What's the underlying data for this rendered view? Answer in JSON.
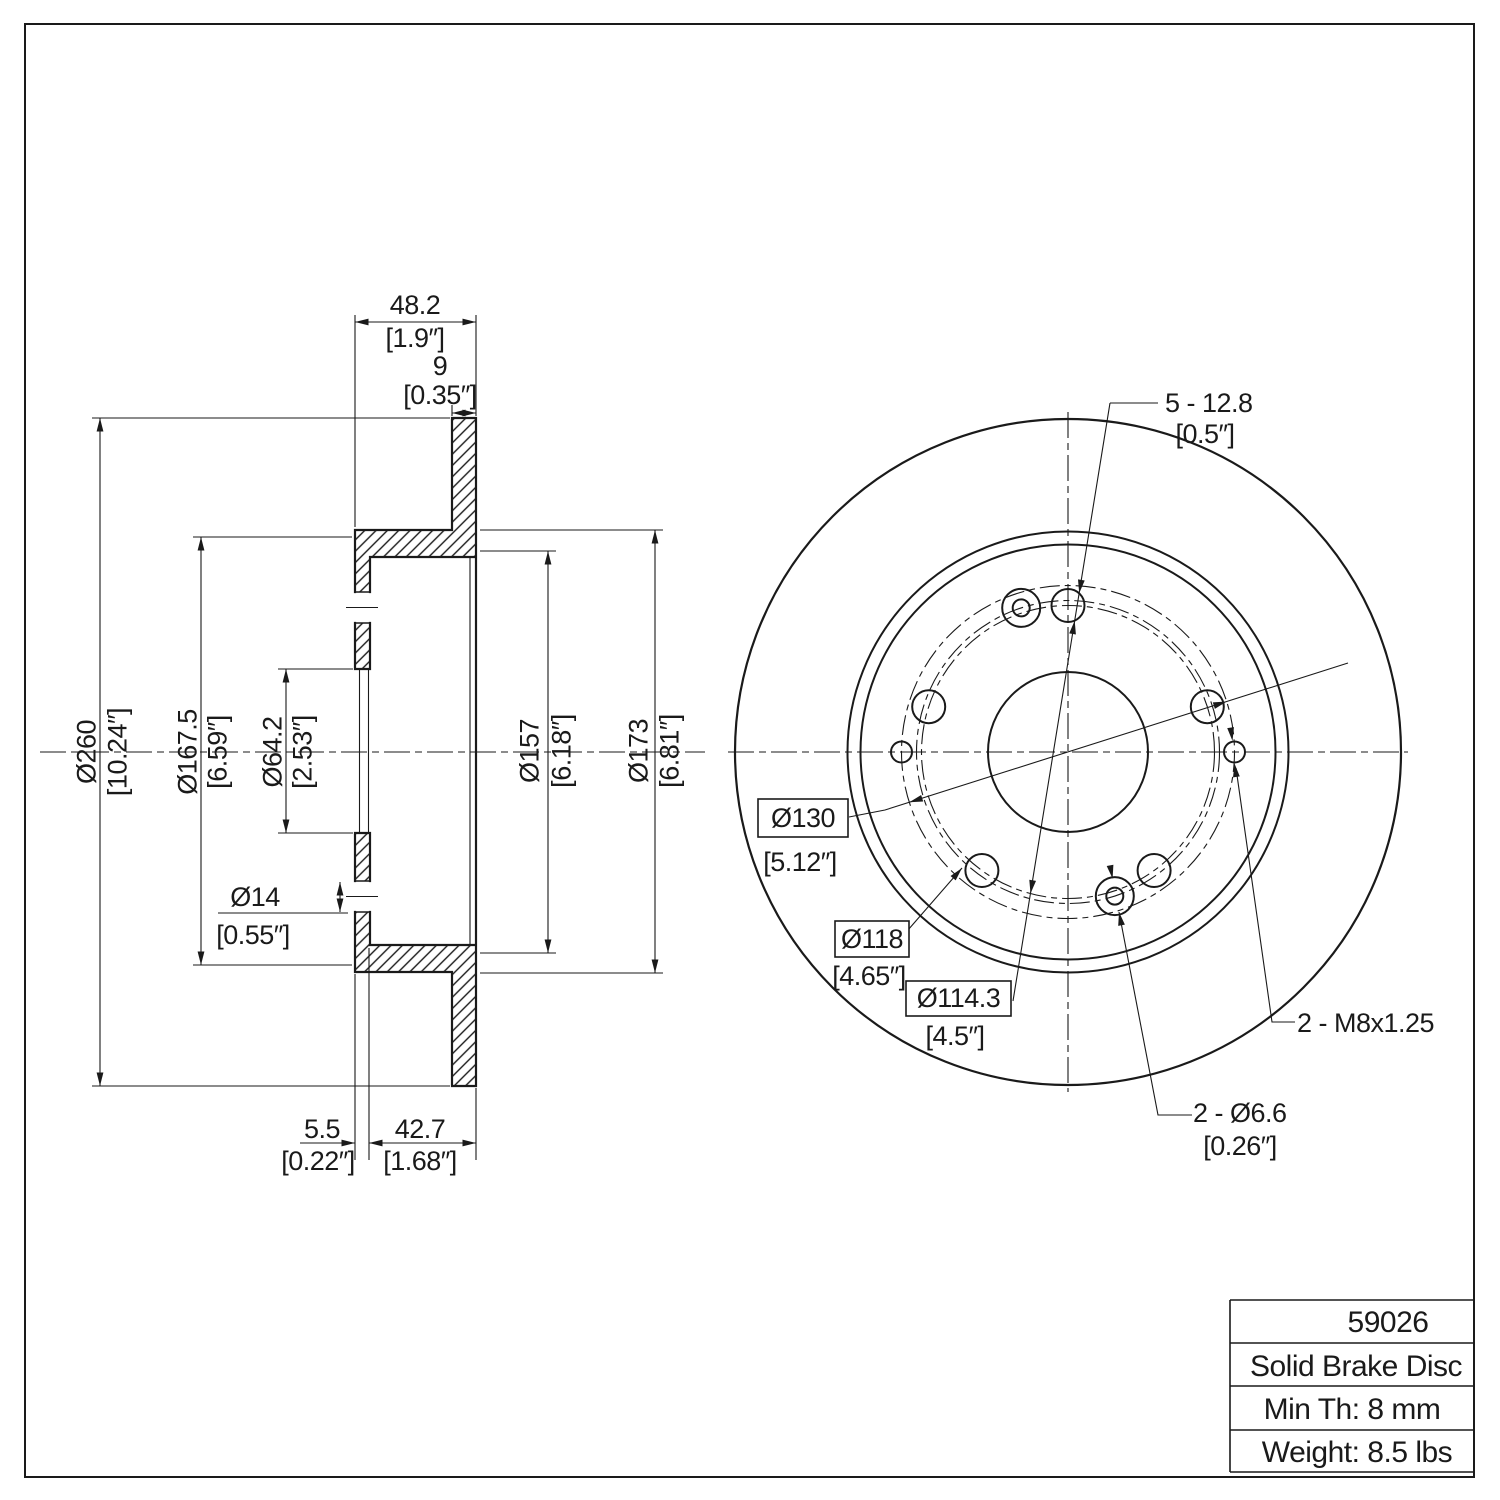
{
  "title_block": {
    "part_number": "59026",
    "product": "Solid Brake Disc",
    "min_thickness": "Min Th: 8 mm",
    "weight": "Weight: 8.5 lbs"
  },
  "section_view": {
    "overall_width": {
      "mm": "48.2",
      "in": "[1.9″]"
    },
    "disc_thickness": {
      "mm": "9",
      "in": "[0.35″]"
    },
    "outer_diameter": {
      "mm": "Ø260",
      "in": "[10.24″]"
    },
    "hat_outer_diameter": {
      "mm": "Ø167.5",
      "in": "[6.59″]"
    },
    "center_bore": {
      "mm": "Ø64.2",
      "in": "[2.53″]"
    },
    "hub_hole": {
      "mm": "Ø14",
      "in": "[0.55″]"
    },
    "inner_diameter": {
      "mm": "Ø157",
      "in": "[6.18″]"
    },
    "flange_diameter": {
      "mm": "Ø173",
      "in": "[6.81″]"
    },
    "mount_face_thickness": {
      "mm": "5.5",
      "in": "[0.22″]"
    },
    "hat_depth": {
      "mm": "42.7",
      "in": "[1.68″]"
    }
  },
  "front_view": {
    "lug_holes": {
      "mm": "5 - 12.8",
      "in": "[0.5″]"
    },
    "service_bolt_circle": {
      "mm": "Ø130",
      "in": "[5.12″]"
    },
    "screw_bolt_circle": {
      "mm": "Ø118",
      "in": "[4.65″]"
    },
    "lug_bolt_circle": {
      "mm": "Ø114.3",
      "in": "[4.5″]"
    },
    "thread_holes": {
      "label": "2 - M8x1.25"
    },
    "screw_holes": {
      "mm": "2 - Ø6.6",
      "in": "[0.26″]"
    }
  }
}
